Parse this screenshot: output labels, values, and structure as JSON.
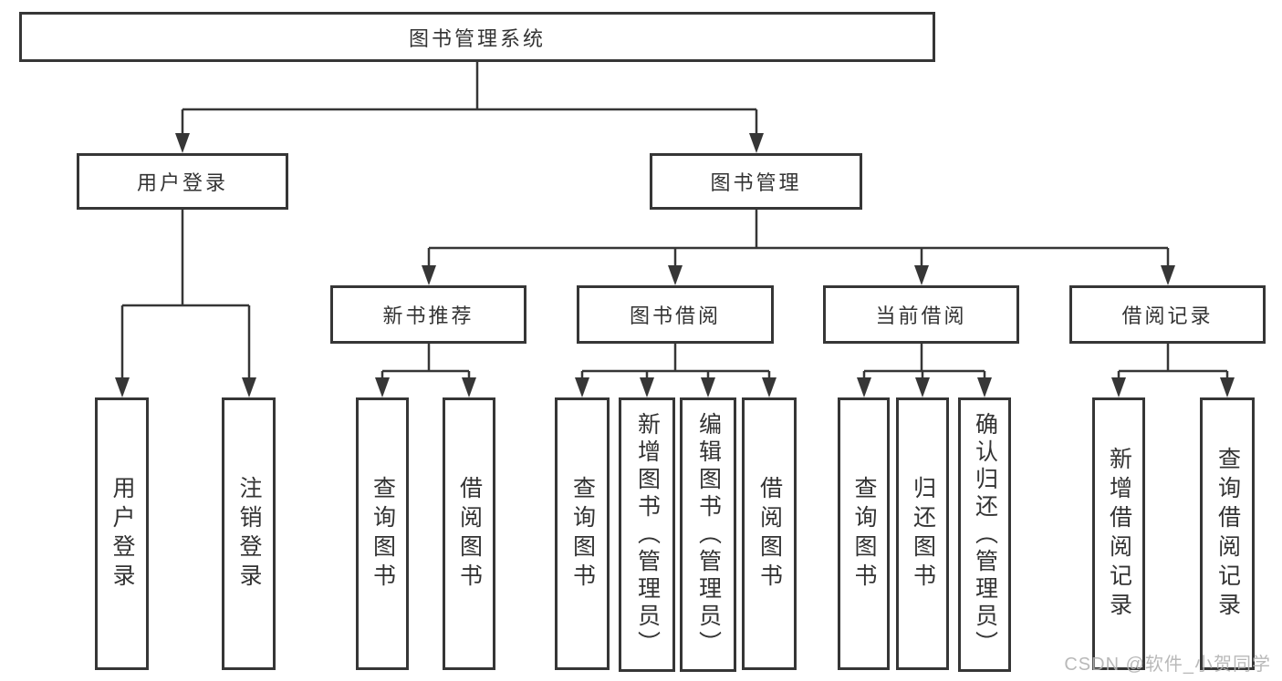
{
  "diagram_title": "图书管理系统",
  "tree": {
    "root": {
      "label": "图书管理系统",
      "children": [
        {
          "label": "用户登录",
          "children": [
            {
              "label": "用户登录"
            },
            {
              "label": "注销登录"
            }
          ]
        },
        {
          "label": "图书管理",
          "children": [
            {
              "label": "新书推荐",
              "children": [
                {
                  "label": "查询图书"
                },
                {
                  "label": "借阅图书"
                }
              ]
            },
            {
              "label": "图书借阅",
              "children": [
                {
                  "label": "查询图书"
                },
                {
                  "label": "新增图书（管理员）"
                },
                {
                  "label": "编辑图书（管理员）"
                },
                {
                  "label": "借阅图书"
                }
              ]
            },
            {
              "label": "当前借阅",
              "children": [
                {
                  "label": "查询图书"
                },
                {
                  "label": "归还图书"
                },
                {
                  "label": "确认归还（管理员）"
                }
              ]
            },
            {
              "label": "借阅记录",
              "children": [
                {
                  "label": "新增借阅记录"
                },
                {
                  "label": "查询借阅记录"
                }
              ]
            }
          ]
        }
      ]
    }
  },
  "watermark": {
    "text": "CSDN @软件_小贺同学"
  },
  "colors": {
    "line": "#363636",
    "text": "#333333",
    "background": "#ffffff",
    "watermark": "#b2b2b2"
  }
}
